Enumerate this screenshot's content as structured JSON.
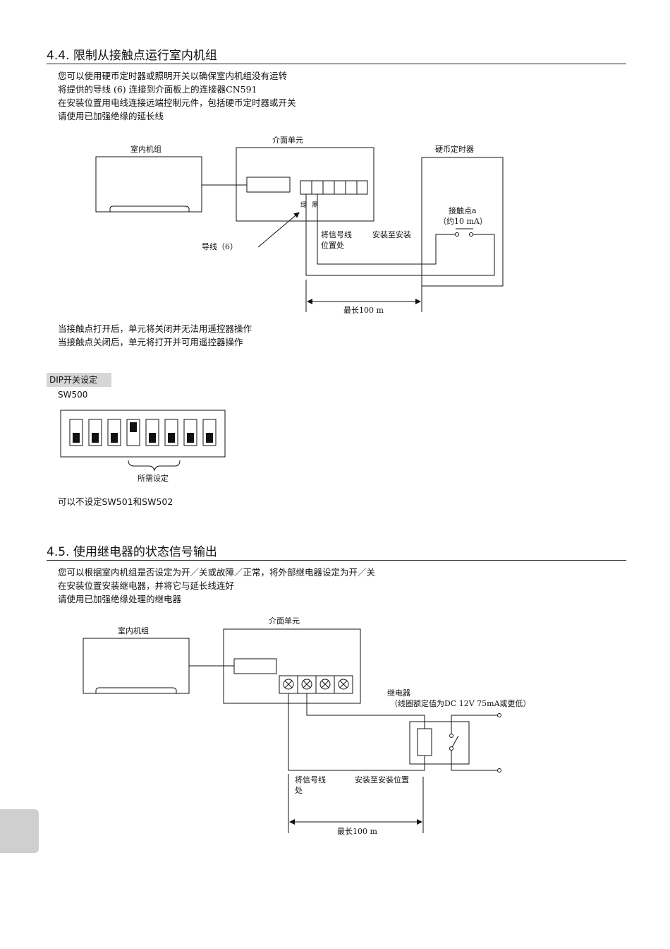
{
  "section_44": {
    "title": "4.4.  限制从接触点运行室内机组",
    "paragraphs": [
      "您可以使用硬币定时器或照明开关以确保室内机组没有运转",
      "将提供的导线 (6)      连接到介面板上的连接器CN591",
      "在安装位置用电线连接远端控制元件，包括硬币定时器或开关",
      "请使用已加强绝缘的延长线"
    ],
    "diagram": {
      "indoor_unit": "室内机组",
      "interface_unit": "介面单元",
      "coin_timer": "硬币定时器",
      "contact_a": "接触点a",
      "contact_rating": "（约10 mA）",
      "connector_left": "绿",
      "connector_right": "黑",
      "wire_label": "导线（6）",
      "signal_line_1": "将信号线",
      "signal_line_2": "位置处",
      "install_to": "安装至安装",
      "max_length": "最长100 m"
    },
    "notes": [
      "当接触点打开后，单元将关闭并无法用遥控器操作",
      "当接触点关闭后，单元将打开并可用遥控器操作"
    ]
  },
  "dip": {
    "tag": "DIP开关设定",
    "switch_name": "SW500",
    "switches": [
      {
        "n": 1,
        "state": "down"
      },
      {
        "n": 2,
        "state": "down"
      },
      {
        "n": 3,
        "state": "down"
      },
      {
        "n": 4,
        "state": "up"
      },
      {
        "n": 5,
        "state": "down"
      },
      {
        "n": 6,
        "state": "down"
      },
      {
        "n": 7,
        "state": "down"
      },
      {
        "n": 8,
        "state": "down"
      }
    ],
    "required_label": "所需设定",
    "note": "可以不设定SW501和SW502"
  },
  "section_45": {
    "title": "4.5.  使用继电器的状态信号输出",
    "paragraphs": [
      "您可以根据室内机组是否设定为开／关或故障／正常，将外部继电器设定为开／关",
      "在安装位置安装继电器，并将它与延长线连好",
      "请使用已加强绝缘处理的继电器"
    ],
    "diagram": {
      "indoor_unit": "室内机组",
      "interface_unit": "介面单元",
      "relay": "继电器",
      "relay_rating": "（线圈额定值为DC 12V 75mA或更低）",
      "signal_line_1": "将信号线",
      "signal_line_2": "处",
      "install_to": "安装至安装位置",
      "max_length": "最长100 m"
    }
  }
}
